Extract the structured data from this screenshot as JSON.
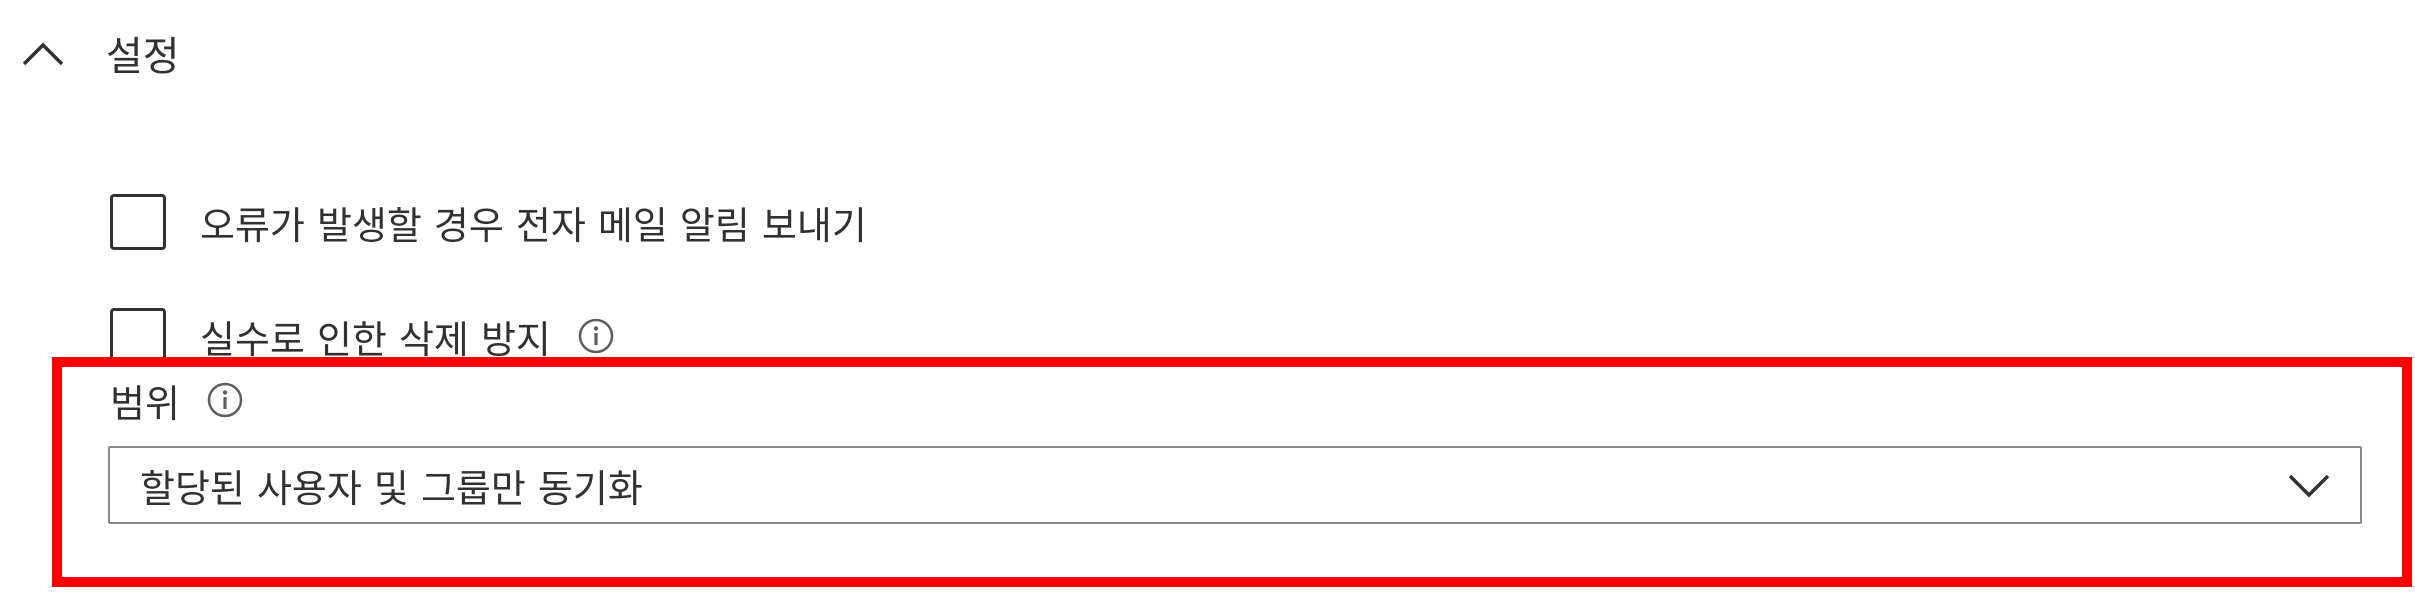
{
  "section": {
    "title": "설정",
    "expanded": true,
    "toggle_icon": "chevron-up-icon"
  },
  "options": [
    {
      "label": "오류가 발생할 경우 전자 메일 알림 보내기",
      "checked": false
    },
    {
      "label": "실수로 인한 삭제 방지",
      "checked": false,
      "info_icon": "info-icon"
    }
  ],
  "scope": {
    "label": "범위",
    "info_icon": "info-icon",
    "selected_value": "할당된 사용자 및 그룹만 동기화",
    "dropdown_icon": "chevron-down-icon"
  },
  "highlight": {
    "color": "#ff0000"
  }
}
